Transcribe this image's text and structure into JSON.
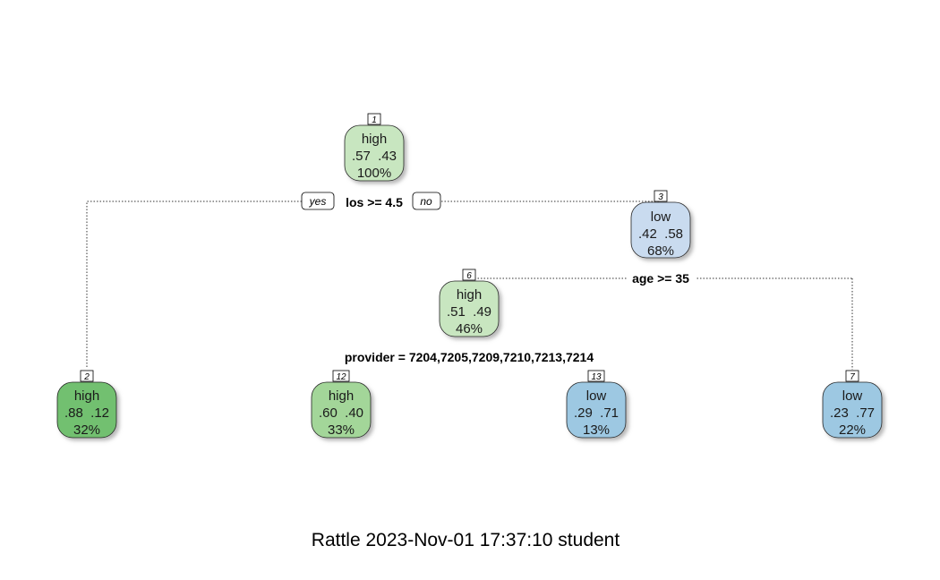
{
  "diagram": {
    "type": "decision-tree",
    "colors": {
      "high_light": "#c8e6c0",
      "high_mid": "#a3d699",
      "high_dark": "#72c06f",
      "low_light": "#c9dbef",
      "low_mid": "#9dc8e2",
      "text": "#1a1a1a",
      "edge": "#333333"
    },
    "nodes": [
      {
        "id": "1",
        "label": "high",
        "probs": ".57  .43",
        "pct": "100%"
      },
      {
        "id": "2",
        "label": "high",
        "probs": ".88  .12",
        "pct": "32%"
      },
      {
        "id": "3",
        "label": "low",
        "probs": ".42  .58",
        "pct": "68%"
      },
      {
        "id": "6",
        "label": "high",
        "probs": ".51  .49",
        "pct": "46%"
      },
      {
        "id": "12",
        "label": "high",
        "probs": ".60  .40",
        "pct": "33%"
      },
      {
        "id": "13",
        "label": "low",
        "probs": ".29  .71",
        "pct": "13%"
      },
      {
        "id": "7",
        "label": "low",
        "probs": ".23  .77",
        "pct": "22%"
      }
    ],
    "splits": [
      {
        "at_node": "1",
        "text": "los >= 4.5",
        "yes": "yes",
        "no": "no"
      },
      {
        "at_node": "3",
        "text": "age >= 35"
      },
      {
        "at_node": "6",
        "text": "provider = 7204,7205,7209,7210,7213,7214"
      }
    ]
  },
  "footer": "Rattle 2023-Nov-01 17:37:10 student"
}
